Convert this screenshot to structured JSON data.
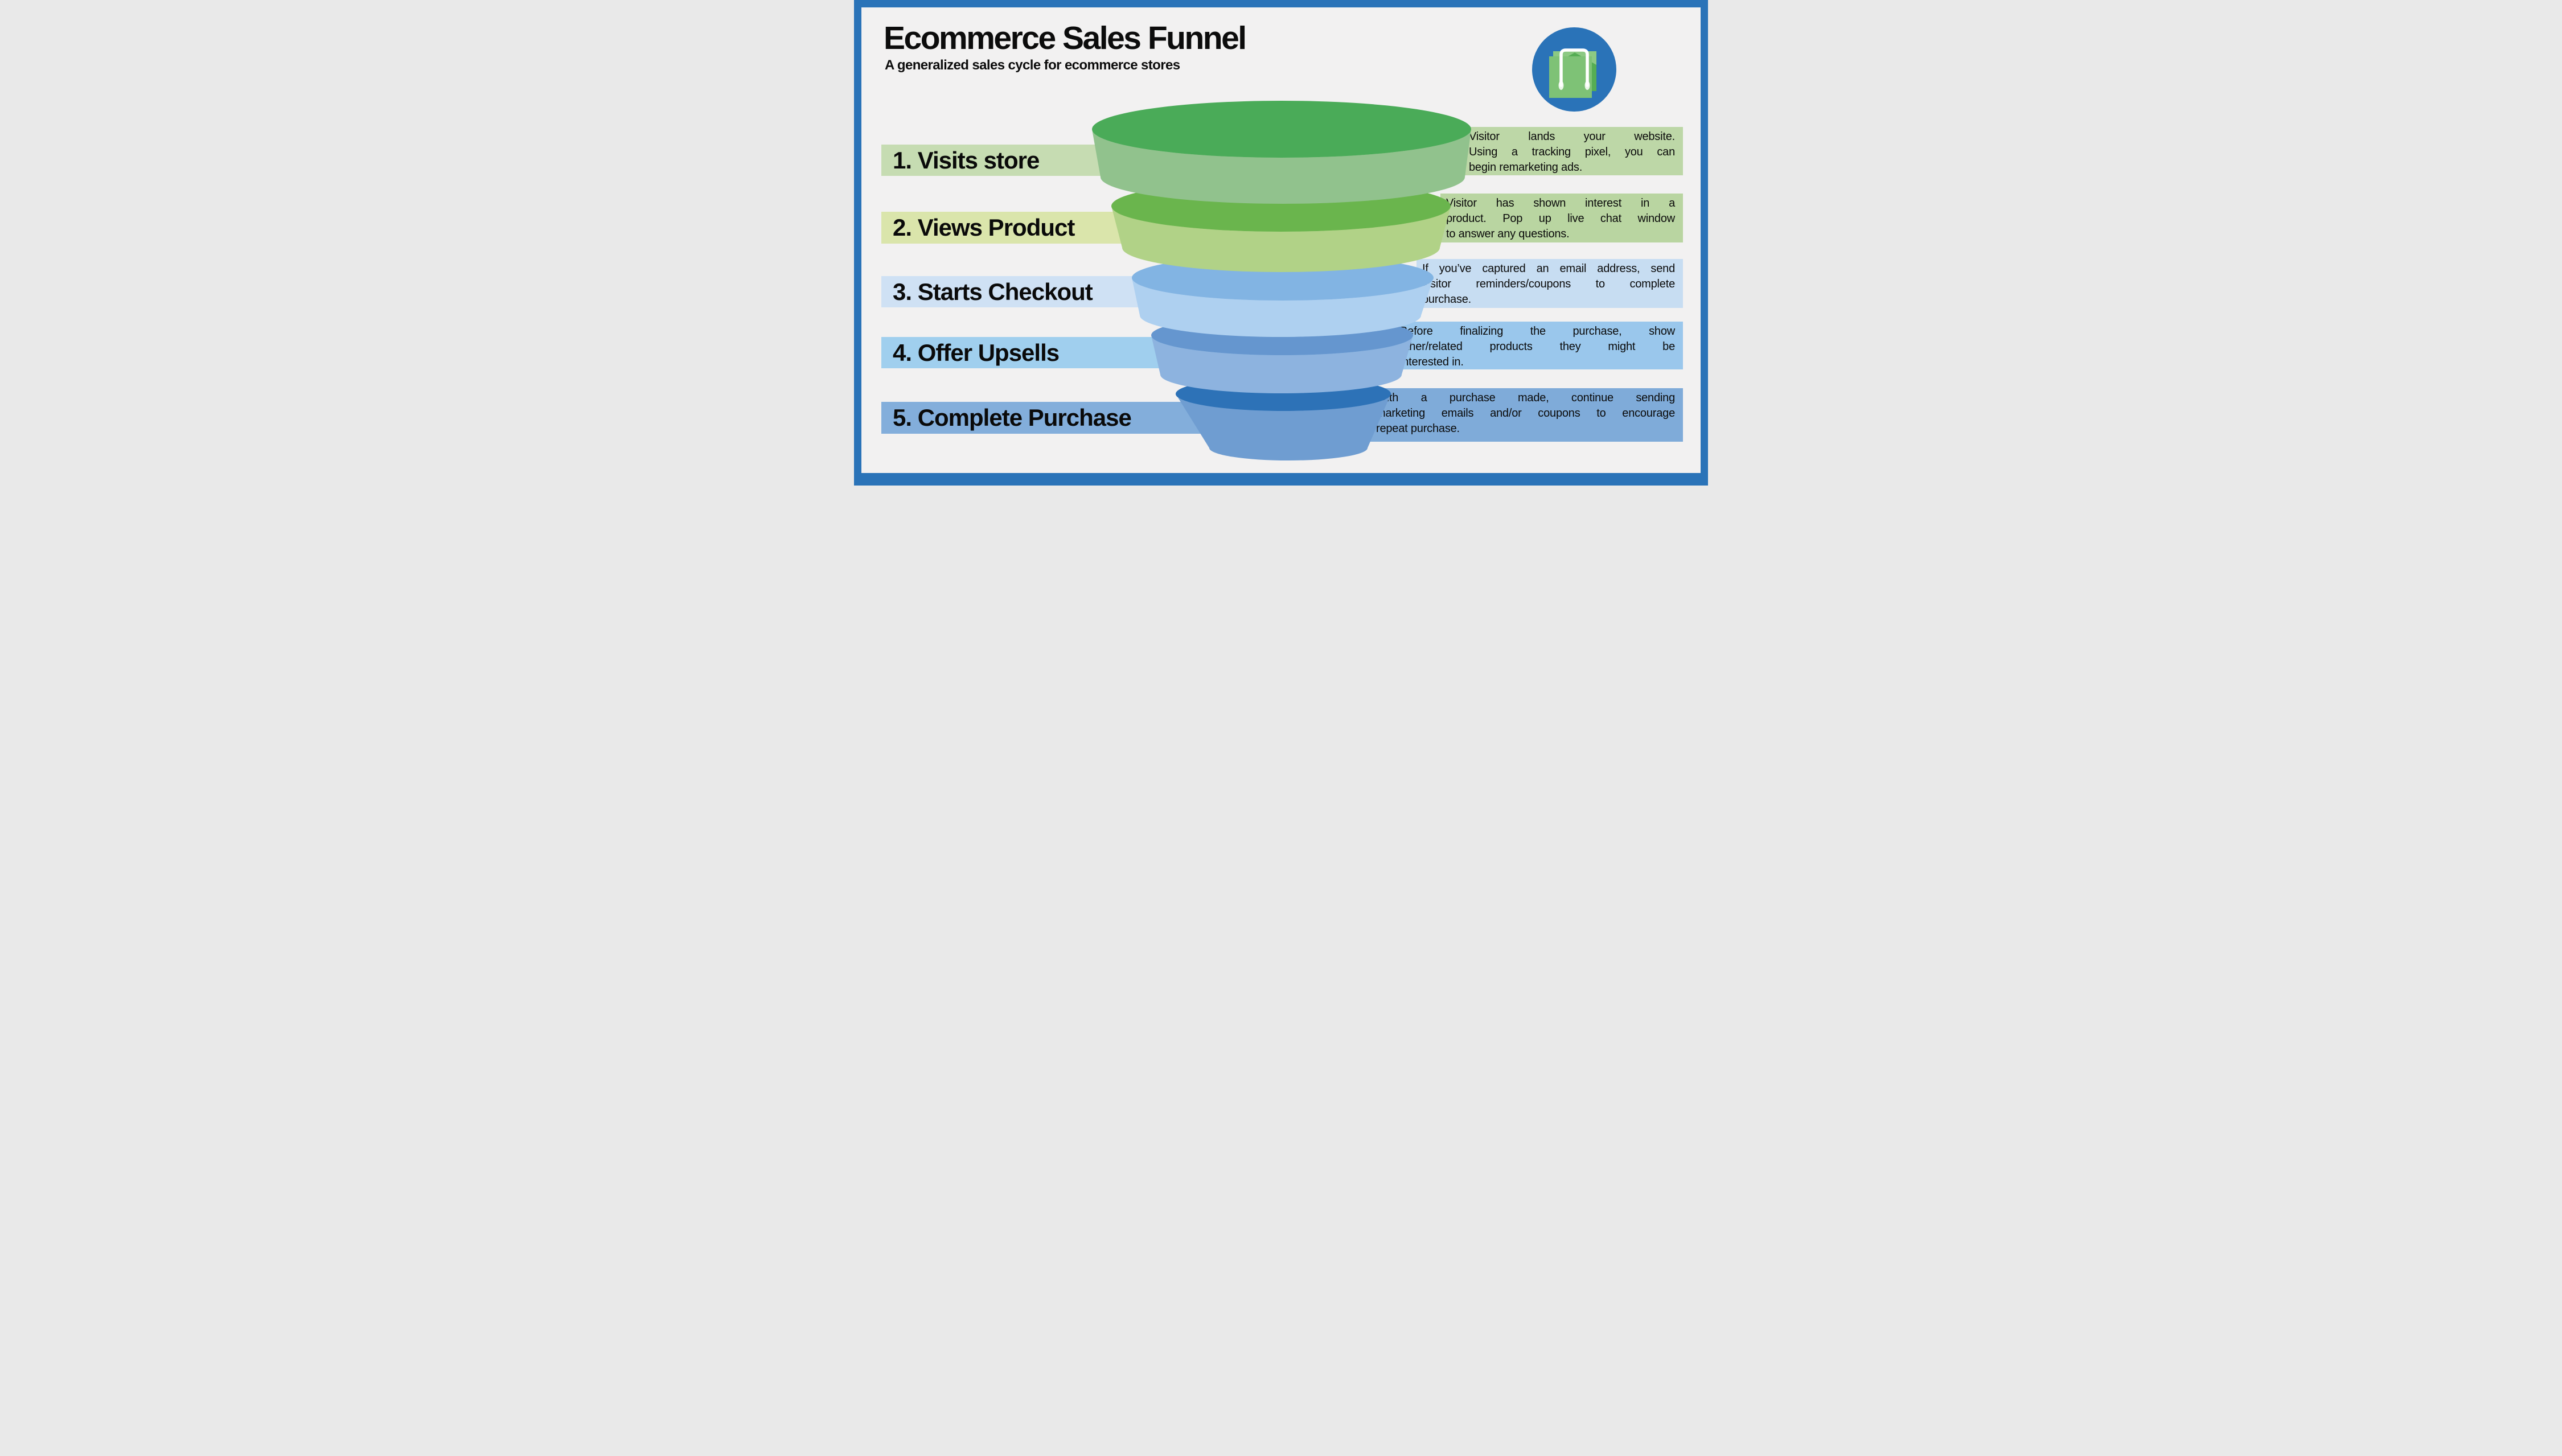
{
  "frame": {
    "border_color": "#2a73b8",
    "background_color": "#f2f1f1"
  },
  "header": {
    "title": "Ecommerce Sales Funnel",
    "subtitle": "A generalized sales cycle for ecommerce stores"
  },
  "logo": {
    "icon": "shopping-bag-icon",
    "circle_color": "#2a73b8",
    "bag_back_color": "#55ad54",
    "bag_fold_color": "#8cc983",
    "bag_front_color": "#7ec276",
    "handle_color": "#ffffff"
  },
  "stages": [
    {
      "label": "1. Visits store",
      "description_lines": [
        "Visitor lands your website.",
        "Using a tracking pixel, you can",
        "begin remarketing ads."
      ],
      "left_band_color": "#c6dcb2",
      "right_band_color": "#bdd7a7",
      "funnel_top_color": "#4aab58",
      "funnel_body_color": "#91c28d"
    },
    {
      "label": "2. Views Product",
      "description_lines": [
        "Visitor has shown interest in a",
        "product. Pop up live chat window",
        "to answer any questions."
      ],
      "left_band_color": "#dae5ab",
      "right_band_color": "#b9d5a1",
      "funnel_top_color": "#6ab54d",
      "funnel_body_color": "#b1d287"
    },
    {
      "label": "3. Starts Checkout",
      "description_lines": [
        "If you’ve captured an email address, send",
        "visitor reminders/coupons to complete",
        "purchase."
      ],
      "left_band_color": "#cfe1f4",
      "right_band_color": "#c7ddf2",
      "funnel_top_color": "#82b4e3",
      "funnel_body_color": "#aed0f0"
    },
    {
      "label": "4. Offer Upsells",
      "description_lines": [
        "Before finalizing the purchase, show",
        "other/related products they might be",
        "interested in."
      ],
      "left_band_color": "#a0cfee",
      "right_band_color": "#9ac7ec",
      "funnel_top_color": "#6596cf",
      "funnel_body_color": "#8db3df"
    },
    {
      "label": "5. Complete Purchase",
      "description_lines": [
        "With a purchase made, continue sending",
        "marketing emails and/or coupons to encourage",
        "repeat purchase."
      ],
      "left_band_color": "#83aedb",
      "right_band_color": "#7fabd9",
      "funnel_top_color": "#2d72b7",
      "funnel_body_color": "#6f9dd1"
    }
  ]
}
